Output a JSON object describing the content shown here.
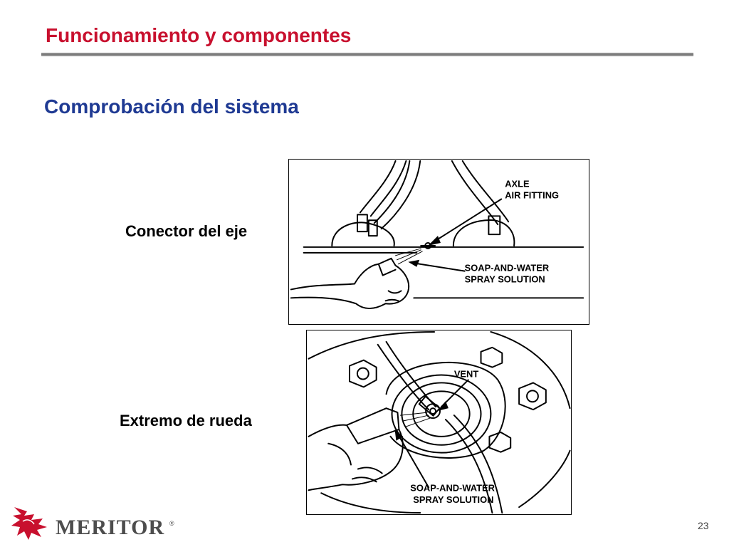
{
  "slide": {
    "title": "Funcionamiento y componentes",
    "subtitle": "Comprobación del sistema",
    "page_number": "23"
  },
  "figures": [
    {
      "caption": "Conector del eje",
      "labels": {
        "line1": "AXLE",
        "line2": "AIR FITTING",
        "line3": "SOAP-AND-WATER",
        "line4": "SPRAY SOLUTION"
      }
    },
    {
      "caption": "Extremo de rueda",
      "labels": {
        "vent": "VENT",
        "line1": "SOAP-AND-WATER",
        "line2": "SPRAY SOLUTION"
      }
    }
  ],
  "logo": {
    "text": "MERITOR",
    "registered": "®"
  },
  "colors": {
    "title": "#c8102e",
    "subtitle": "#1f3a93",
    "logo_red": "#c8102e",
    "logo_gray": "#4d4d4d"
  }
}
